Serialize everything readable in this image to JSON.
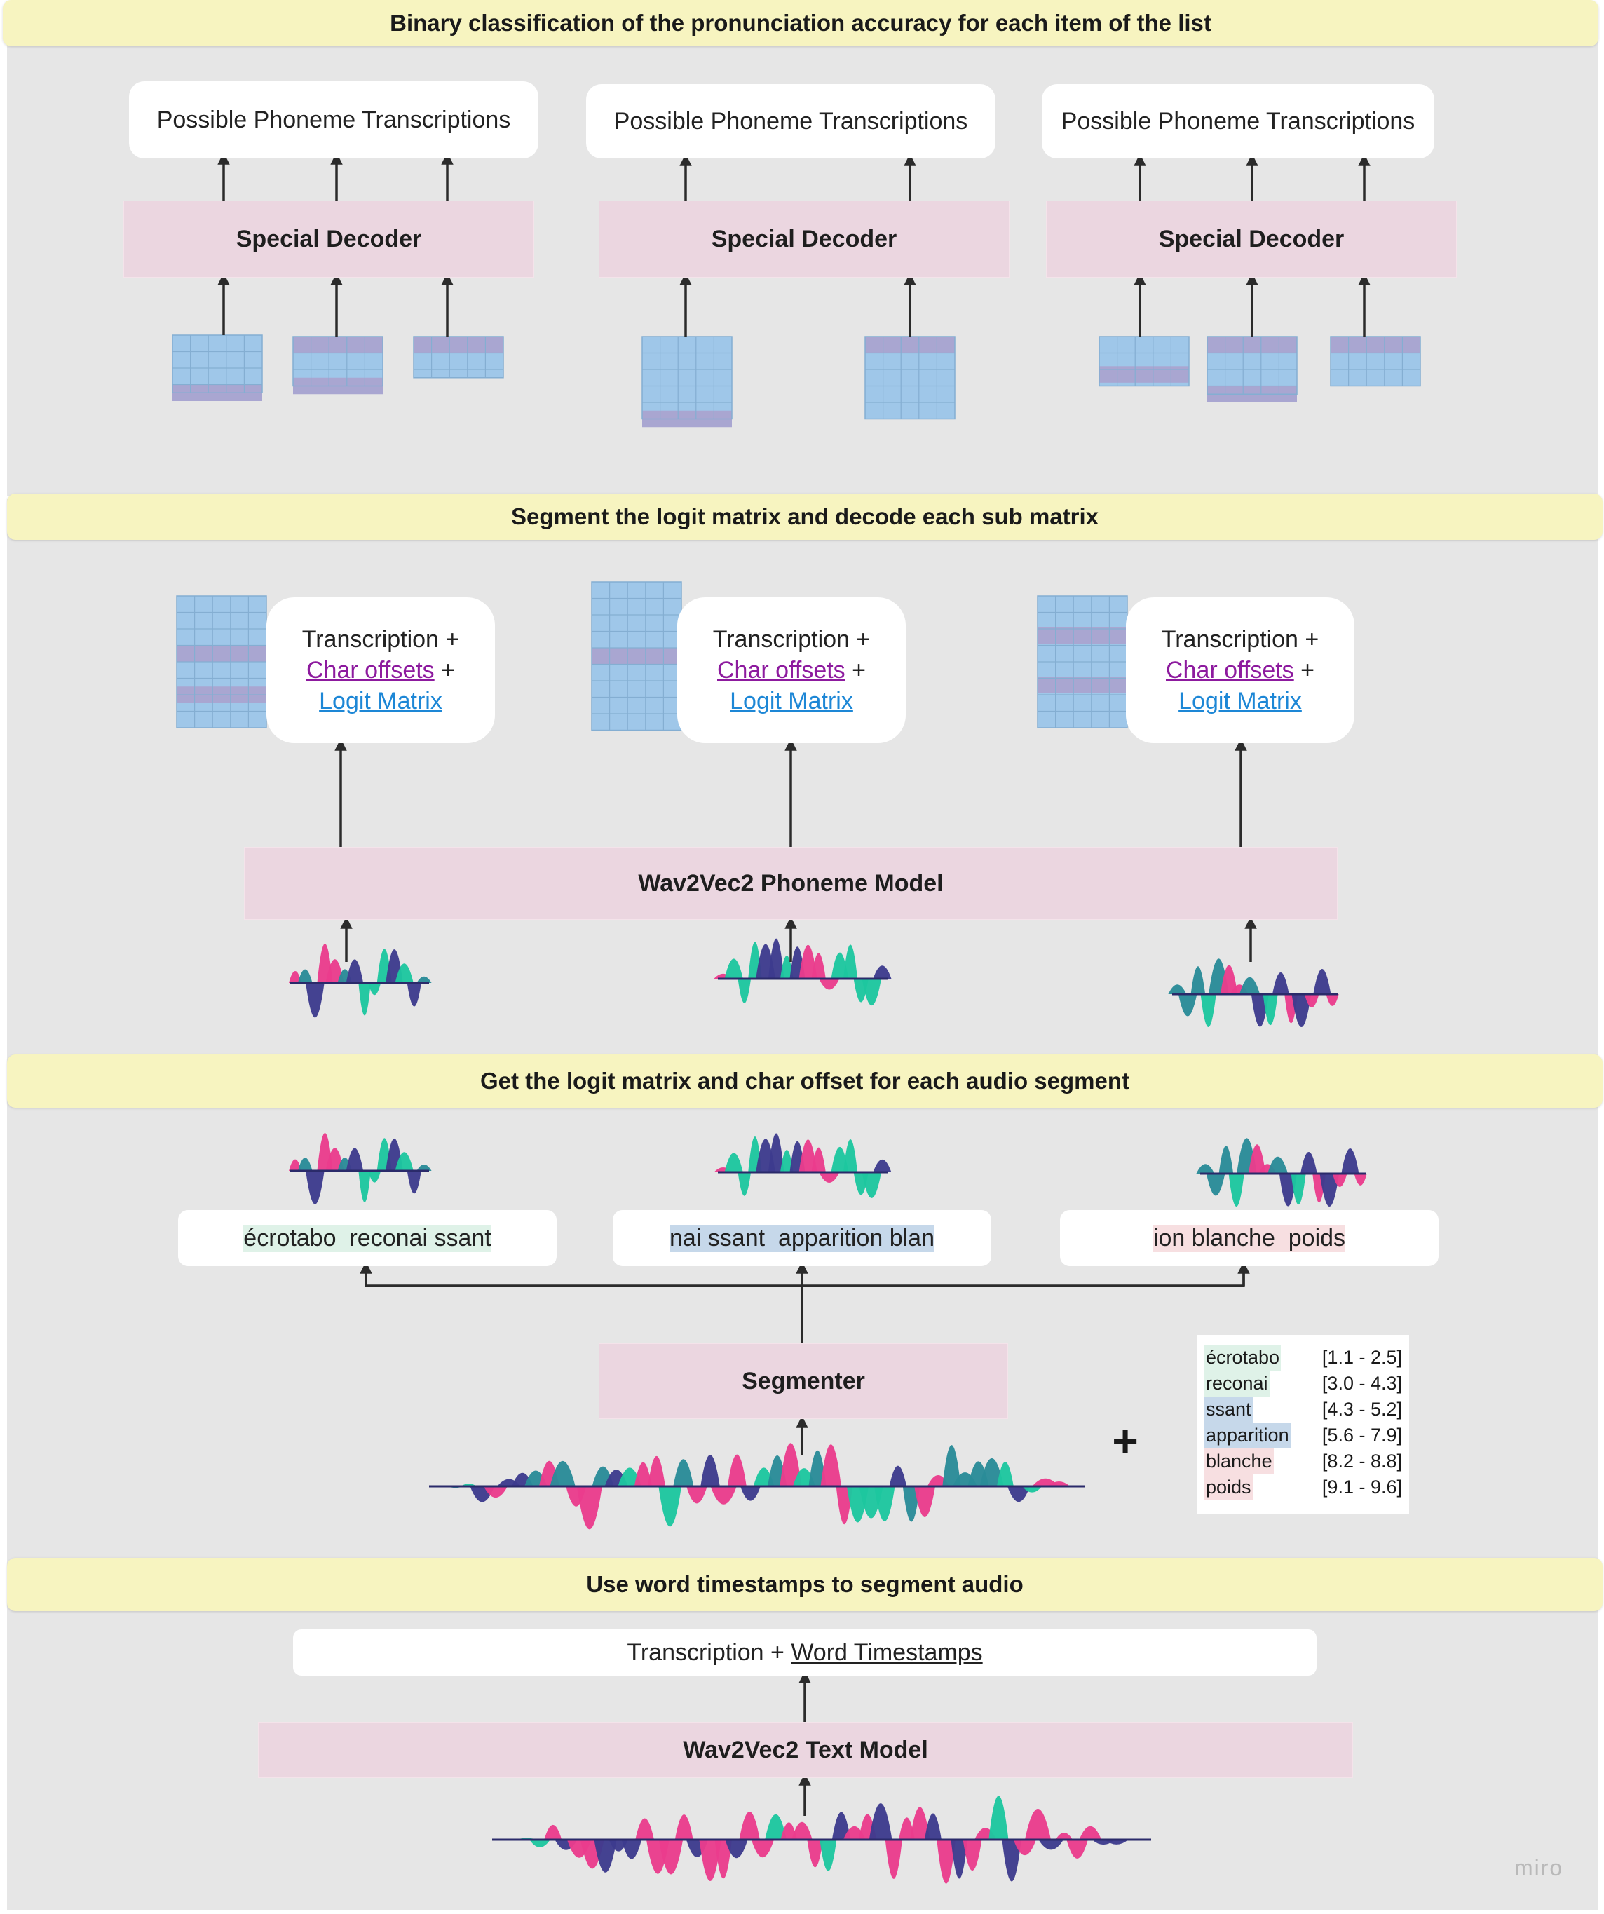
{
  "bands": {
    "band1": "Binary classification of the pronunciation accuracy for each item of the list",
    "band2": "Segment the logit matrix and decode each sub matrix",
    "band3": "Get the logit matrix and char offset for each audio segment",
    "band4": "Use word timestamps to segment audio"
  },
  "section1": {
    "card_label": "Possible Phoneme Transcriptions",
    "decoder_label": "Special Decoder"
  },
  "section2": {
    "line1": "Transcription +",
    "char_offsets": "Char offsets",
    "plus": " +",
    "logit_matrix": "Logit Matrix",
    "model_label": "Wav2Vec2 Phoneme Model"
  },
  "section3": {
    "segments": [
      "écrotabo  reconai ssant",
      "nai ssant  apparition blan",
      "ion blanche  poids"
    ],
    "segmenter_label": "Segmenter",
    "plus_sign": "+",
    "timestamps": [
      {
        "word": "écrotabo",
        "range": "[1.1 - 2.5]",
        "color": "#dff2e8"
      },
      {
        "word": "reconai",
        "range": "[3.0 - 4.3]",
        "color": "#dff2e8"
      },
      {
        "word": "ssant",
        "range": "[4.3 - 5.2]",
        "color": "#c6d8ea"
      },
      {
        "word": "apparition",
        "range": "[5.6 - 7.9]",
        "color": "#c6d8ea"
      },
      {
        "word": "blanche",
        "range": "[8.2 - 8.8]",
        "color": "#f7dfe1"
      },
      {
        "word": "poids",
        "range": "[9.1 - 9.6]",
        "color": "#f7dfe1"
      }
    ]
  },
  "section4": {
    "transcription": "Transcription + ",
    "word_timestamps": "Word Timestamps",
    "model_label": "Wav2Vec2 Text Model"
  },
  "watermark": "miro",
  "colors": {
    "band": "#f7f4c0",
    "panel": "#e6e6e6",
    "decoder": "#ebd6e0",
    "matrix_cell": "#9fc7e9",
    "matrix_grid": "#84aed2",
    "matrix_highlight": "#a9a6d1",
    "wave_teal": "#2a8b98",
    "wave_pink": "#ea3c8c",
    "wave_navy": "#3d3b8e",
    "wave_green": "#1dc79f"
  }
}
